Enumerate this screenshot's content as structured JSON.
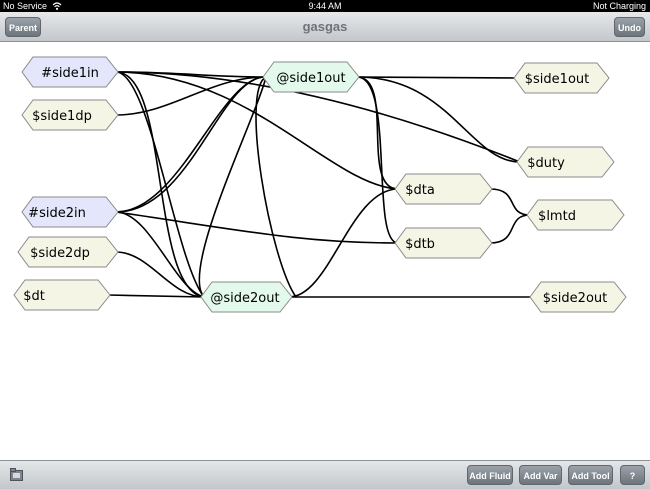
{
  "status": {
    "carrier": "No Service",
    "time": "9:44 AM",
    "battery": "Not Charging"
  },
  "nav": {
    "title": "gasgas",
    "left_button": "Parent",
    "right_button": "Undo"
  },
  "nodes": {
    "side1in": "#side1in",
    "side1dp": "$side1dp",
    "side2in": "#side2in",
    "side2dp": "$side2dp",
    "dt": "$dt",
    "side1out_mid": "@side1out",
    "side2out_mid": "@side2out",
    "dta": "$dta",
    "dtb": "$dtb",
    "side1out_right": "$side1out",
    "duty": "$duty",
    "lmtd": "$lmtd",
    "side2out_right": "$side2out"
  },
  "toolbar": {
    "add_fluid": "Add Fluid",
    "add_var": "Add Var",
    "add_tool": "Add Tool",
    "help": "?"
  },
  "colors": {
    "input_node": "#e4e6fb",
    "var_node": "#f5f5e6",
    "out_node": "#e3f9ec",
    "node_border": "#8a8a8a"
  }
}
